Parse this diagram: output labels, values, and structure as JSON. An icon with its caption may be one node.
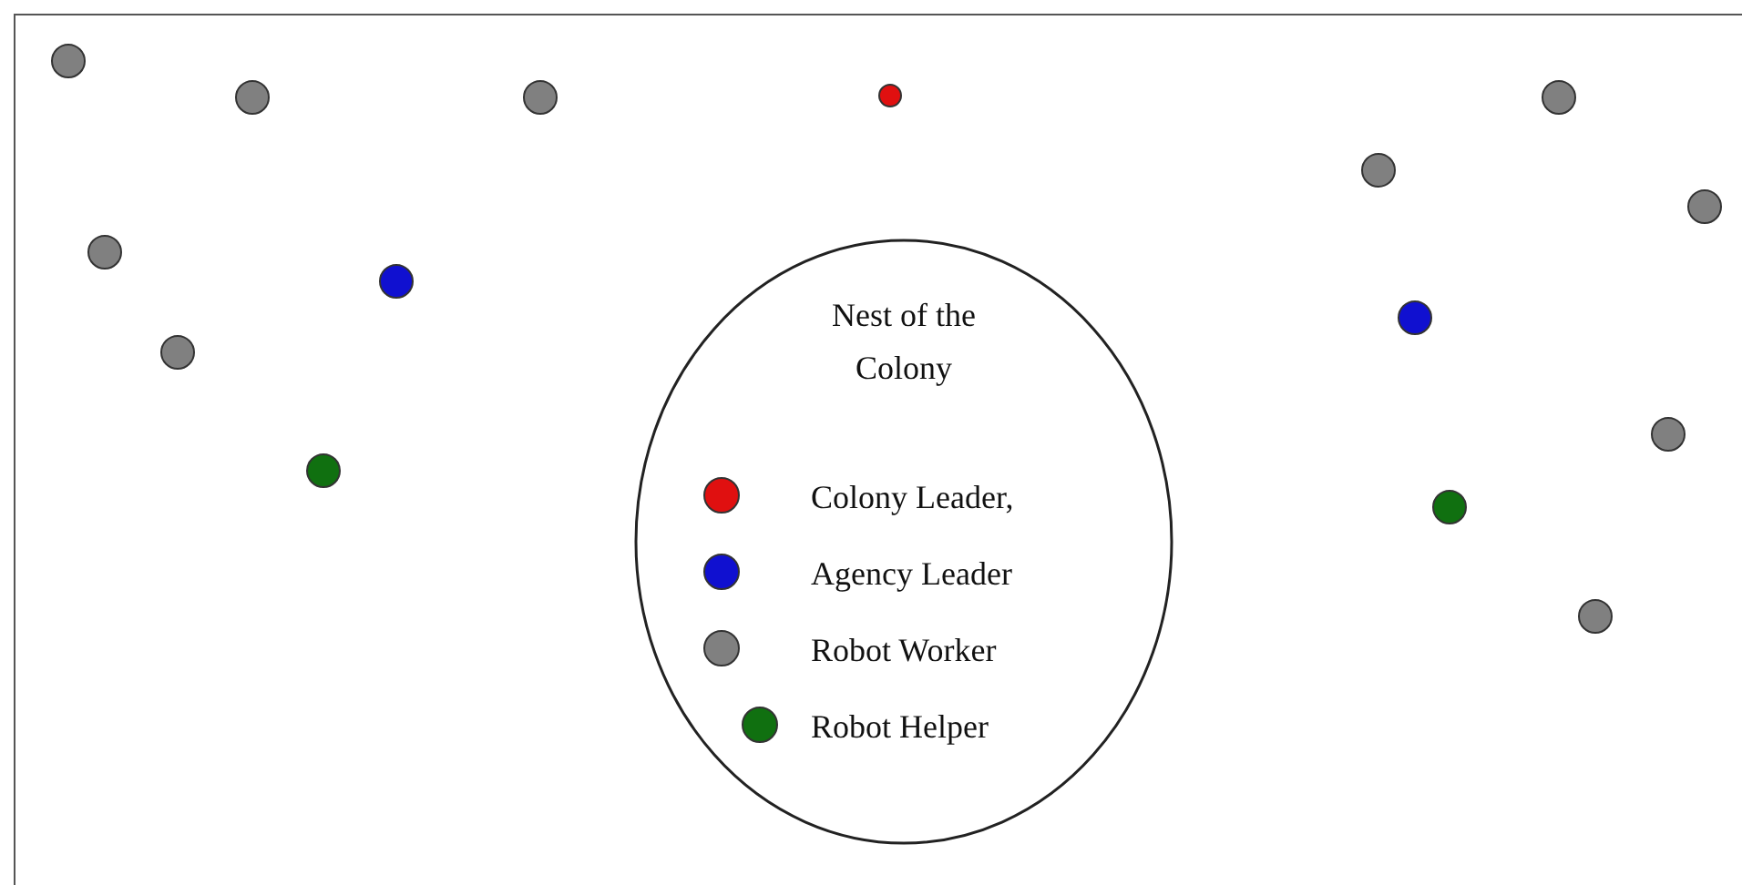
{
  "diagram": {
    "nodes": [
      {
        "text": [
          "Nest of the Colony"
        ]
      },
      {
        "text": [],
        "shape": "circle"
      },
      {
        "text": [],
        "shape": "circle"
      },
      {
        "text": [],
        "shape": "circle"
      },
      {
        "text": [],
        "shape": "circle"
      },
      {
        "text": [],
        "shape": "circle"
      },
      {
        "text": [],
        "shape": "circle"
      },
      {
        "text": [],
        "shape": "circle"
      },
      {
        "text": [],
        "shape": "circle"
      },
      {
        "text": [],
        "shape": "circle"
      },
      {
        "text": [],
        "shape": "circle"
      },
      {
        "text": [],
        "shape": "circle"
      },
      {
        "text": [],
        "shape": "circle"
      },
      {
        "text": [],
        "shape": "circle"
      },
      {
        "text": [],
        "shape": "circle"
      },
      {
        "text": [],
        "shape": "circle"
      }
    ],
    "edges": [],
    "legend": [
      {
        "text": "Colony Leader,",
        "color": "#e01010"
      },
      {
        "text": "Agency Leader",
        "color": "#1010d0"
      },
      {
        "text": "Robot Worker",
        "color": "#808080"
      },
      {
        "text": "Robot Helper",
        "color": "#107010"
      }
    ]
  }
}
